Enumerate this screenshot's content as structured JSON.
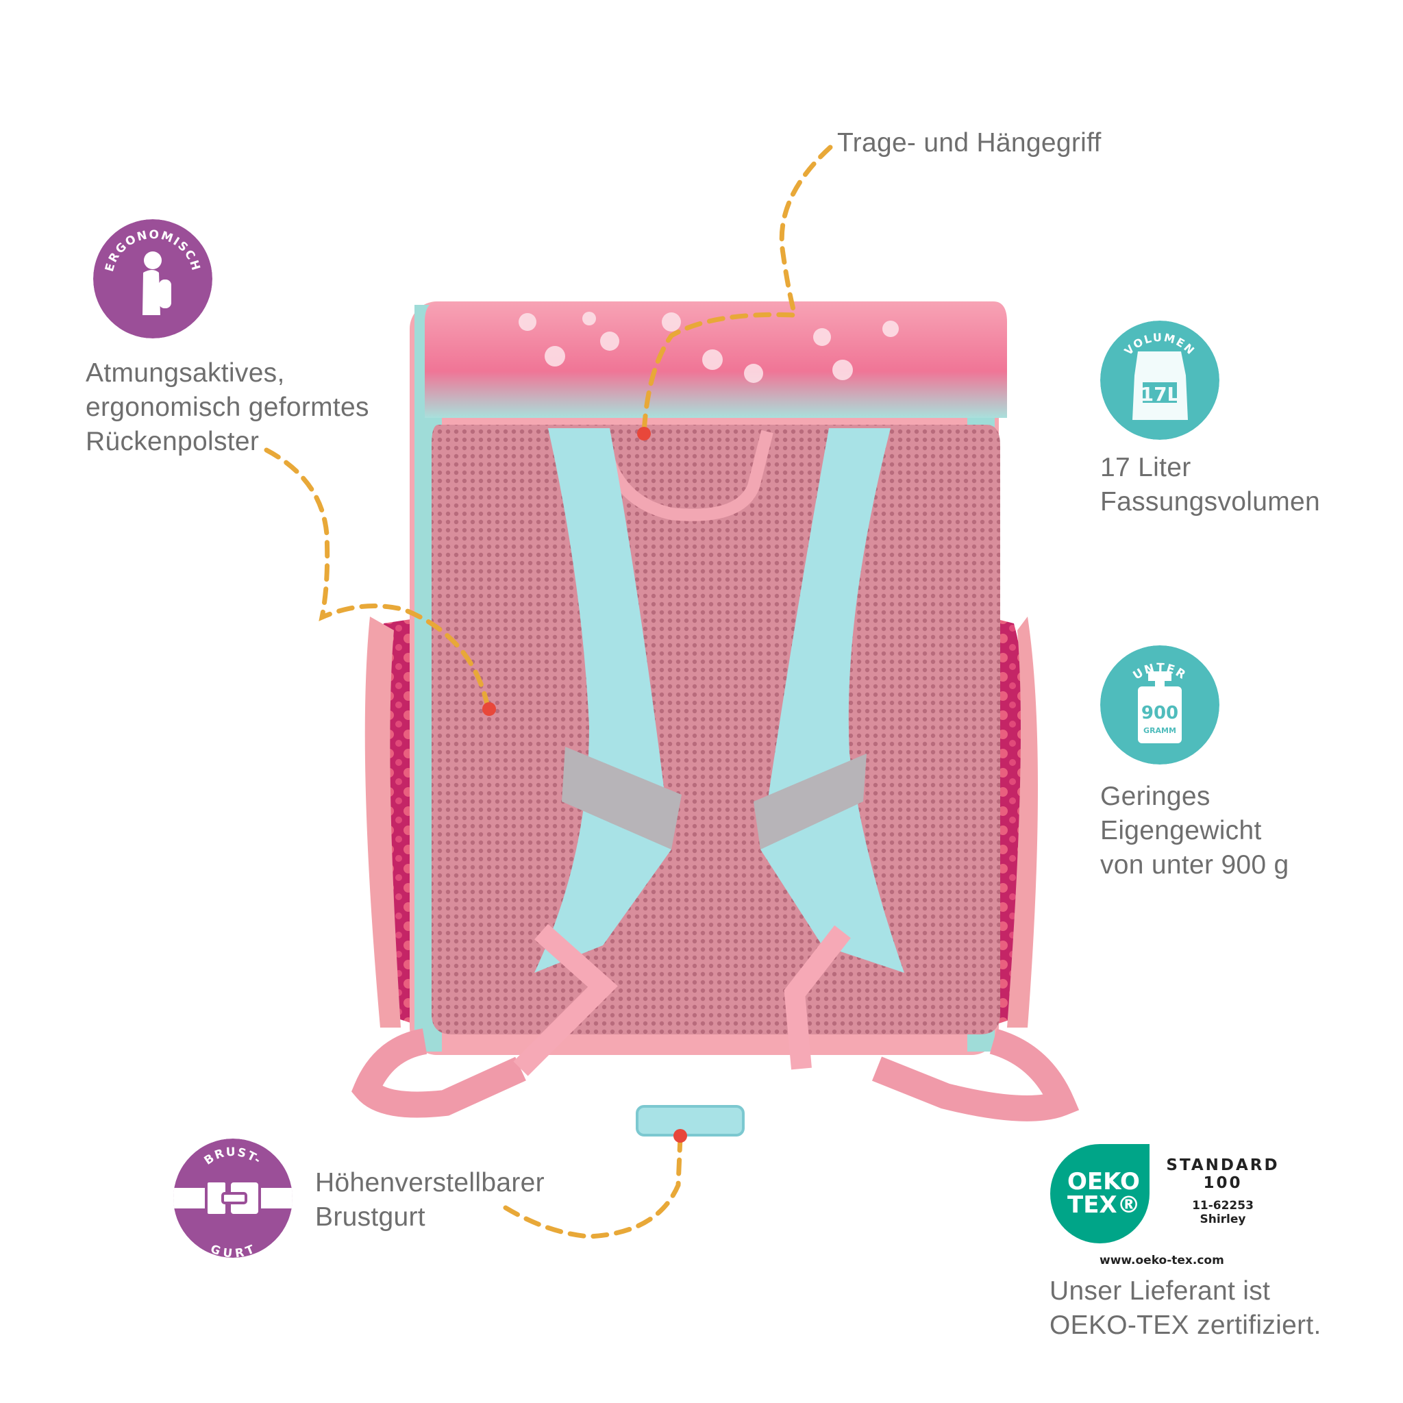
{
  "features": {
    "ergonomic": {
      "badge_label": "ERGONOMISCH",
      "icon": "spine-backpack-icon",
      "lines": [
        "Atmungsaktives,",
        "ergonomisch geformtes",
        "Rückenpolster"
      ]
    },
    "handle": {
      "lines": [
        "Trage- und Hängegriff"
      ]
    },
    "volume": {
      "badge_label": "VOLUMEN",
      "badge_value": "17L",
      "icon": "backpack-icon",
      "lines": [
        "17 Liter",
        "Fassungsvolumen"
      ]
    },
    "weight": {
      "badge_label": "UNTER",
      "badge_value": "900",
      "badge_unit": "GRAMM",
      "icon": "weight-icon",
      "lines": [
        "Geringes",
        "Eigengewicht",
        "von unter 900 g"
      ]
    },
    "chest_strap": {
      "badge_label_top": "BRUST-",
      "badge_label_bottom": "GURT",
      "icon": "buckle-icon",
      "lines": [
        "Höhenverstellbarer",
        "Brustgurt"
      ]
    }
  },
  "certification": {
    "logo_line1": "OEKO",
    "logo_line2": "TEX®",
    "standard": "STANDARD",
    "standard_number": "100",
    "cert_number": "11-62253",
    "supplier": "Shirley",
    "url": "www.oeko-tex.com",
    "lines": [
      "Unser Lieferant ist",
      "OEKO-TEX zertifiziert."
    ]
  },
  "colors": {
    "purple": "#9b4f98",
    "teal": "#4fbcbc",
    "oeko_green": "#00a588",
    "connector": "#e8a838",
    "dot": "#e8473a",
    "text": "#6e6e6e"
  }
}
